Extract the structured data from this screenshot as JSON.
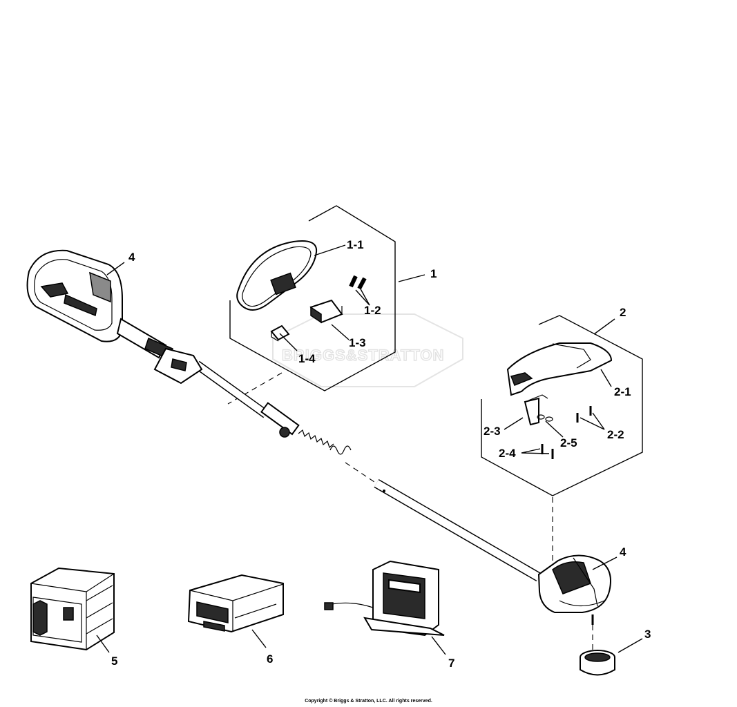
{
  "watermark": {
    "brand": "BRIGGS&STRATTON"
  },
  "callouts": [
    {
      "id": "4",
      "label": "4"
    },
    {
      "id": "1-1",
      "label": "1-1"
    },
    {
      "id": "1",
      "label": "1"
    },
    {
      "id": "1-2",
      "label": "1-2"
    },
    {
      "id": "1-3",
      "label": "1-3"
    },
    {
      "id": "1-4",
      "label": "1-4"
    },
    {
      "id": "2",
      "label": "2"
    },
    {
      "id": "2-1",
      "label": "2-1"
    },
    {
      "id": "2-3",
      "label": "2-3"
    },
    {
      "id": "2-2",
      "label": "2-2"
    },
    {
      "id": "2-5",
      "label": "2-5"
    },
    {
      "id": "2-4",
      "label": "2-4"
    },
    {
      "id": "4b",
      "label": "4"
    },
    {
      "id": "3",
      "label": "3"
    },
    {
      "id": "5",
      "label": "5"
    },
    {
      "id": "6",
      "label": "6"
    },
    {
      "id": "7",
      "label": "7"
    }
  ],
  "footer": {
    "copyright": "Copyright © Briggs & Stratton, LLC. All rights reserved."
  }
}
